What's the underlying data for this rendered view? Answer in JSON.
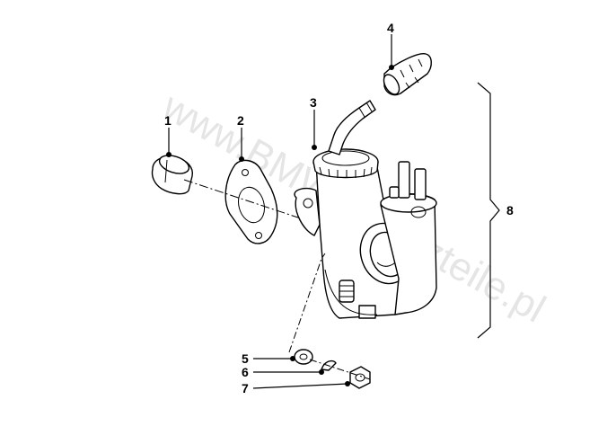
{
  "watermark": "www.BMW-Ersatzteile.pl",
  "callouts": {
    "c1": "1",
    "c2": "2",
    "c3": "3",
    "c4": "4",
    "c5": "5",
    "c6": "6",
    "c7": "7",
    "c8": "8"
  }
}
